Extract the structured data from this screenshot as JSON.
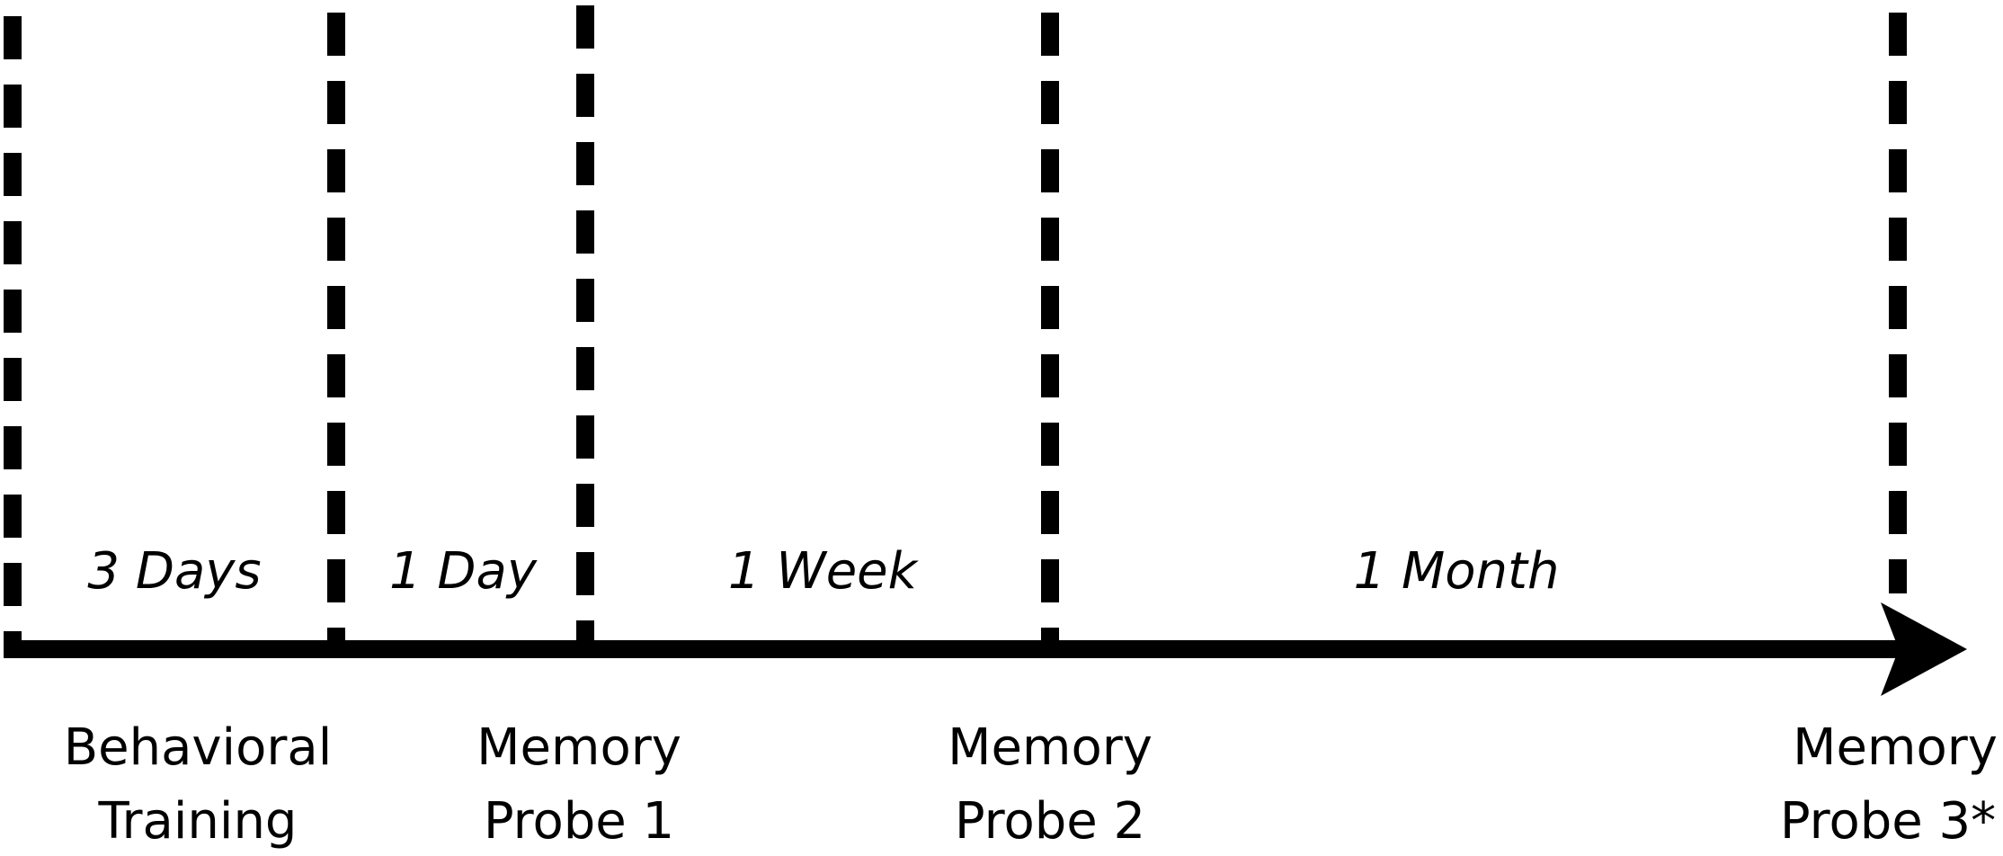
{
  "timeline": {
    "intervals": [
      {
        "label": "3 Days"
      },
      {
        "label": "1 Day"
      },
      {
        "label": "1 Week"
      },
      {
        "label": "1 Month"
      }
    ],
    "events": [
      {
        "line1": "Behavioral",
        "line2": "Training"
      },
      {
        "line1": "Memory",
        "line2": "Probe 1"
      },
      {
        "line1": "Memory",
        "line2": "Probe 2"
      },
      {
        "line1": "Memory",
        "line2": "Probe 3*"
      }
    ]
  },
  "colors": {
    "stroke": "#000000",
    "background": "#ffffff"
  }
}
